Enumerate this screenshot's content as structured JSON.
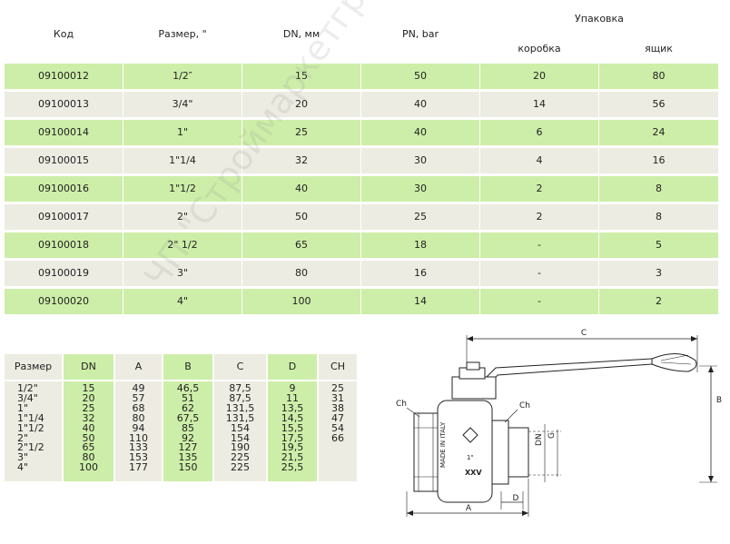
{
  "main_table": {
    "headers": {
      "code": "Код",
      "size": "Размер, \"",
      "dn": "DN, мм",
      "pn": "PN, bar",
      "packing": "Упаковка",
      "box": "коробка",
      "crate": "ящик"
    },
    "rows": [
      {
        "code": "09100012",
        "size": "1/2″",
        "dn": "15",
        "pn": "50",
        "box": "20",
        "crate": "80"
      },
      {
        "code": "09100013",
        "size": "3/4\"",
        "dn": "20",
        "pn": "40",
        "box": "14",
        "crate": "56"
      },
      {
        "code": "09100014",
        "size": "1\"",
        "dn": "25",
        "pn": "40",
        "box": "6",
        "crate": "24"
      },
      {
        "code": "09100015",
        "size": "1\"1/4",
        "dn": "32",
        "pn": "30",
        "box": "4",
        "crate": "16"
      },
      {
        "code": "09100016",
        "size": "1\"1/2",
        "dn": "40",
        "pn": "30",
        "box": "2",
        "crate": "8"
      },
      {
        "code": "09100017",
        "size": "2\"",
        "dn": "50",
        "pn": "25",
        "box": "2",
        "crate": "8"
      },
      {
        "code": "09100018",
        "size": "2\" 1/2",
        "dn": "65",
        "pn": "18",
        "box": "-",
        "crate": "5"
      },
      {
        "code": "09100019",
        "size": "3\"",
        "dn": "80",
        "pn": "16",
        "box": "-",
        "crate": "3"
      },
      {
        "code": "09100020",
        "size": "4\"",
        "dn": "100",
        "pn": "14",
        "box": "-",
        "crate": "2"
      }
    ]
  },
  "dim_table": {
    "headers": [
      "Размер",
      "DN",
      "A",
      "B",
      "C",
      "D",
      "CH"
    ],
    "columns": [
      "1/2\"\n3/4\"\n1\"\n1\"1/4\n1\"1/2\n2\"\n2\"1/2\n3\"\n4\"",
      "15\n20\n25\n32\n40\n50\n65\n80\n100",
      "49\n57\n68\n80\n94\n110\n133\n153\n177",
      "46,5\n51\n62\n67,5\n85\n92\n127\n135\n150",
      "87,5\n87,5\n131,5\n131,5\n154\n154\n190\n225\n225",
      "9\n11\n13,5\n14,5\n15,5\n17,5\n19,5\n21,5\n25,5",
      "25\n31\n38\n47\n54\n66\n\n\n"
    ]
  },
  "drawing": {
    "label_c": "C",
    "label_b": "B",
    "label_a": "A",
    "label_d": "D",
    "label_ch_left": "Ch",
    "label_ch_right": "Ch",
    "label_dn": "DN",
    "label_g": "G",
    "made_in": "MADE IN ITALY",
    "body_mark": "XXV",
    "size_mark": "1\""
  },
  "watermark": "ЧП \"Строймаркетгруп\"",
  "colors": {
    "row_green": "#cdeea8",
    "row_gray": "#ecece2"
  }
}
